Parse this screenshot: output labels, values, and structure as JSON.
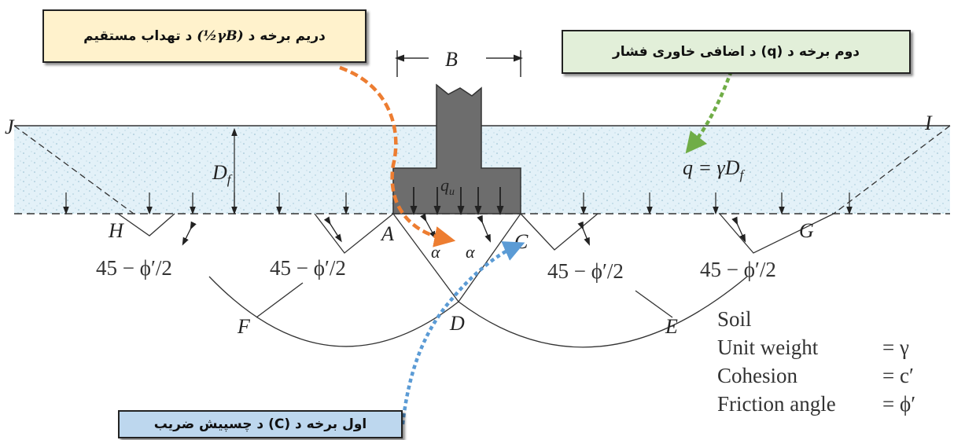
{
  "callouts": {
    "third": {
      "prefix": "دریم برخه د",
      "formula": "(½γB)",
      "suffix": "د تهداب مستقیم"
    },
    "second": {
      "text": "دوم برخه د (q) د اضافی خاوری فشار"
    },
    "first": {
      "text": "اول برخه د (C) د چسپیش ضریب"
    }
  },
  "labels": {
    "B": "B",
    "J": "J",
    "I": "I",
    "Df": "D",
    "Df_sub": "f",
    "qu": "q",
    "qu_sub": "u",
    "q_eq": "q = γD",
    "q_eq_sub": "f",
    "H": "H",
    "A": "A",
    "C": "C",
    "G": "G",
    "F": "F",
    "D": "D",
    "E": "E",
    "alpha": "α",
    "angle": "45 − ϕ′/2"
  },
  "soil": {
    "title": "Soil",
    "rows": [
      {
        "name": "Unit weight",
        "value": "= γ"
      },
      {
        "name": "Cohesion",
        "value": "= c′"
      },
      {
        "name": "Friction angle",
        "value": "= ϕ′"
      }
    ]
  },
  "colors": {
    "third_box": "#fff2cc",
    "second_box": "#e2efd9",
    "first_box": "#bdd7ee",
    "orange_arrow": "#ed7d31",
    "green_arrow": "#70ad47",
    "blue_arrow": "#5b9bd5"
  }
}
